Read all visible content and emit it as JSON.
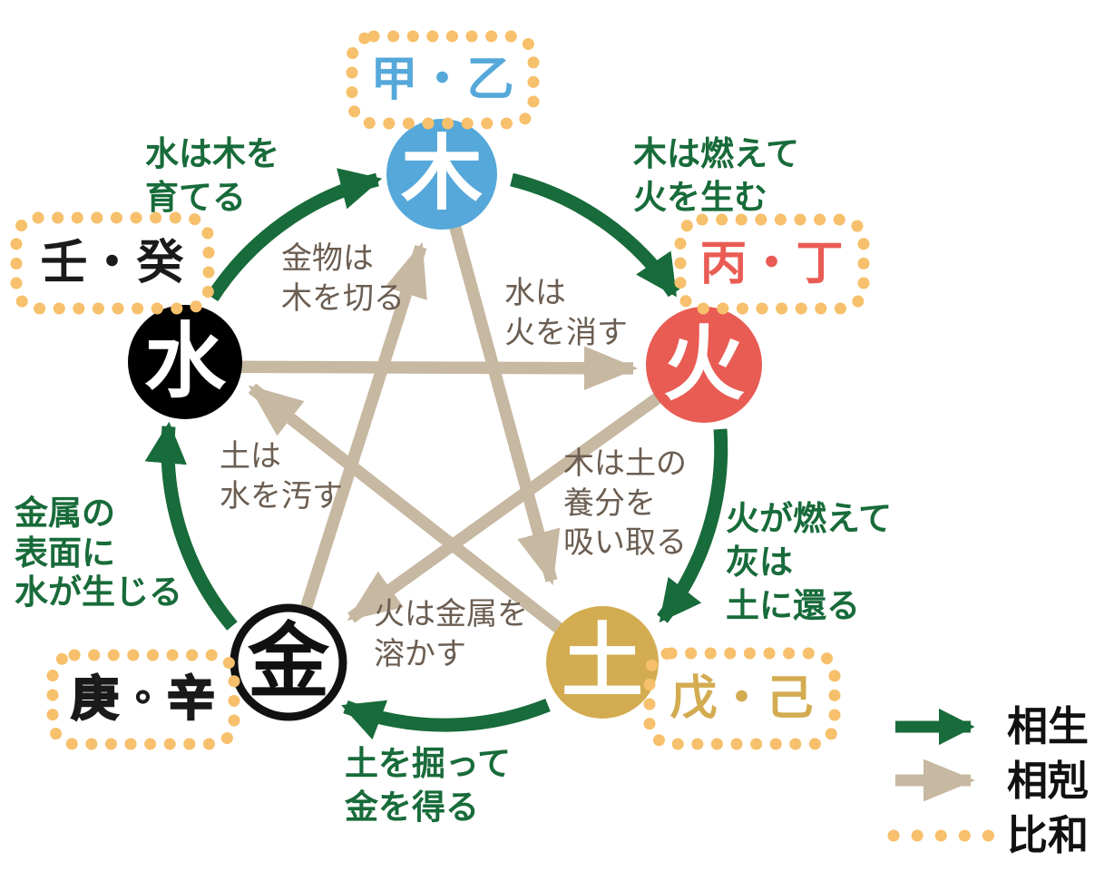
{
  "nodes": {
    "wood": {
      "char": "木",
      "stems": "甲・乙"
    },
    "fire": {
      "char": "火",
      "stems": "丙・丁"
    },
    "earth": {
      "char": "土",
      "stems": "戊・己"
    },
    "metal": {
      "char": "金",
      "stems": "庚・辛"
    },
    "water": {
      "char": "水",
      "stems": "壬・癸"
    }
  },
  "sousei_labels": {
    "water_to_wood": {
      "lines": [
        "水は木を",
        "育てる"
      ]
    },
    "wood_to_fire": {
      "lines": [
        "木は燃えて",
        "火を生む"
      ]
    },
    "fire_to_earth": {
      "lines": [
        "火が燃えて",
        "灰は",
        "土に還る"
      ]
    },
    "earth_to_metal": {
      "lines": [
        "土を掘って",
        "金を得る"
      ]
    },
    "metal_to_water": {
      "lines": [
        "金属の",
        "表面に",
        "水が生じる"
      ]
    }
  },
  "soukoku_labels": {
    "metal_to_wood": {
      "lines": [
        "金物は",
        "木を切る"
      ]
    },
    "water_to_fire": {
      "lines": [
        "水は",
        "火を消す"
      ]
    },
    "wood_to_earth": {
      "lines": [
        "木は土の",
        "養分を",
        "吸い取る"
      ]
    },
    "fire_to_metal": {
      "lines": [
        "火は金属を",
        "溶かす"
      ]
    },
    "earth_to_water": {
      "lines": [
        "土は",
        "水を汚す"
      ]
    }
  },
  "legend": {
    "sousei": "相生",
    "soukoku": "相剋",
    "hiwa": "比和"
  },
  "colors": {
    "sousei_green": "#186b3a",
    "soukoku_tan": "#c7b8a2",
    "soukoku_text": "#6b5d51",
    "hiwa_orange": "#f7c06c",
    "wood_blue": "#55a8d9",
    "fire_red": "#e95c54",
    "earth_gold": "#d3ac51",
    "metal_white": "#ffffff",
    "water_black": "#000000"
  }
}
